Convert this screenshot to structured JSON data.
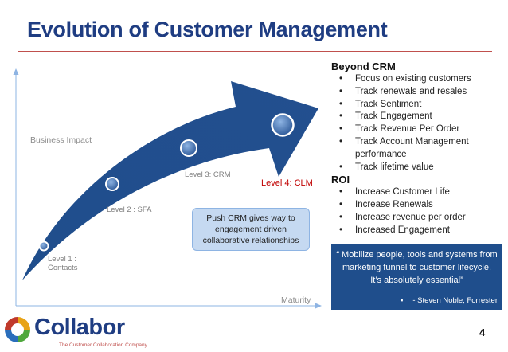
{
  "slide": {
    "title": "Evolution of Customer Management",
    "page_number": "4"
  },
  "diagram": {
    "y_axis_label": "Business Impact",
    "x_axis_label": "Maturity",
    "levels": [
      {
        "line1": "Level 1 :",
        "line2": "Contacts"
      },
      {
        "line1": "Level 2 : SFA"
      },
      {
        "line1": "Level 3: CRM"
      },
      {
        "line1": "Level 4: CLM"
      }
    ],
    "callout_lines": [
      "Push CRM gives way to",
      "engagement driven",
      "collaborative relationships"
    ]
  },
  "beyond_crm": {
    "heading": "Beyond CRM",
    "items": [
      "Focus on existing customers",
      "Track renewals and resales",
      "Track Sentiment",
      "Track Engagement",
      "Track Revenue Per Order",
      "Track Account Management performance",
      "Track lifetime value"
    ]
  },
  "roi": {
    "heading": "ROI",
    "items": [
      "Increase Customer Life",
      "Increase Renewals",
      "Increase revenue per order",
      "Increased Engagement"
    ]
  },
  "quote": {
    "text": "“ Mobilize people, tools and systems from marketing funnel to customer lifecycle. It’s absolutely essential”",
    "bullet": "▪",
    "attribution": "- Steven Noble, Forrester"
  },
  "logo": {
    "wordmark": "Collabor",
    "tagline": "The Customer Collaboration Company"
  },
  "colors": {
    "title": "#1f3d82",
    "rule": "#c0504d",
    "arrow": "#1f4e8c",
    "level4": "#c00000",
    "callout_fill": "#c5d9f1",
    "quote_fill": "#1f4e8c"
  }
}
